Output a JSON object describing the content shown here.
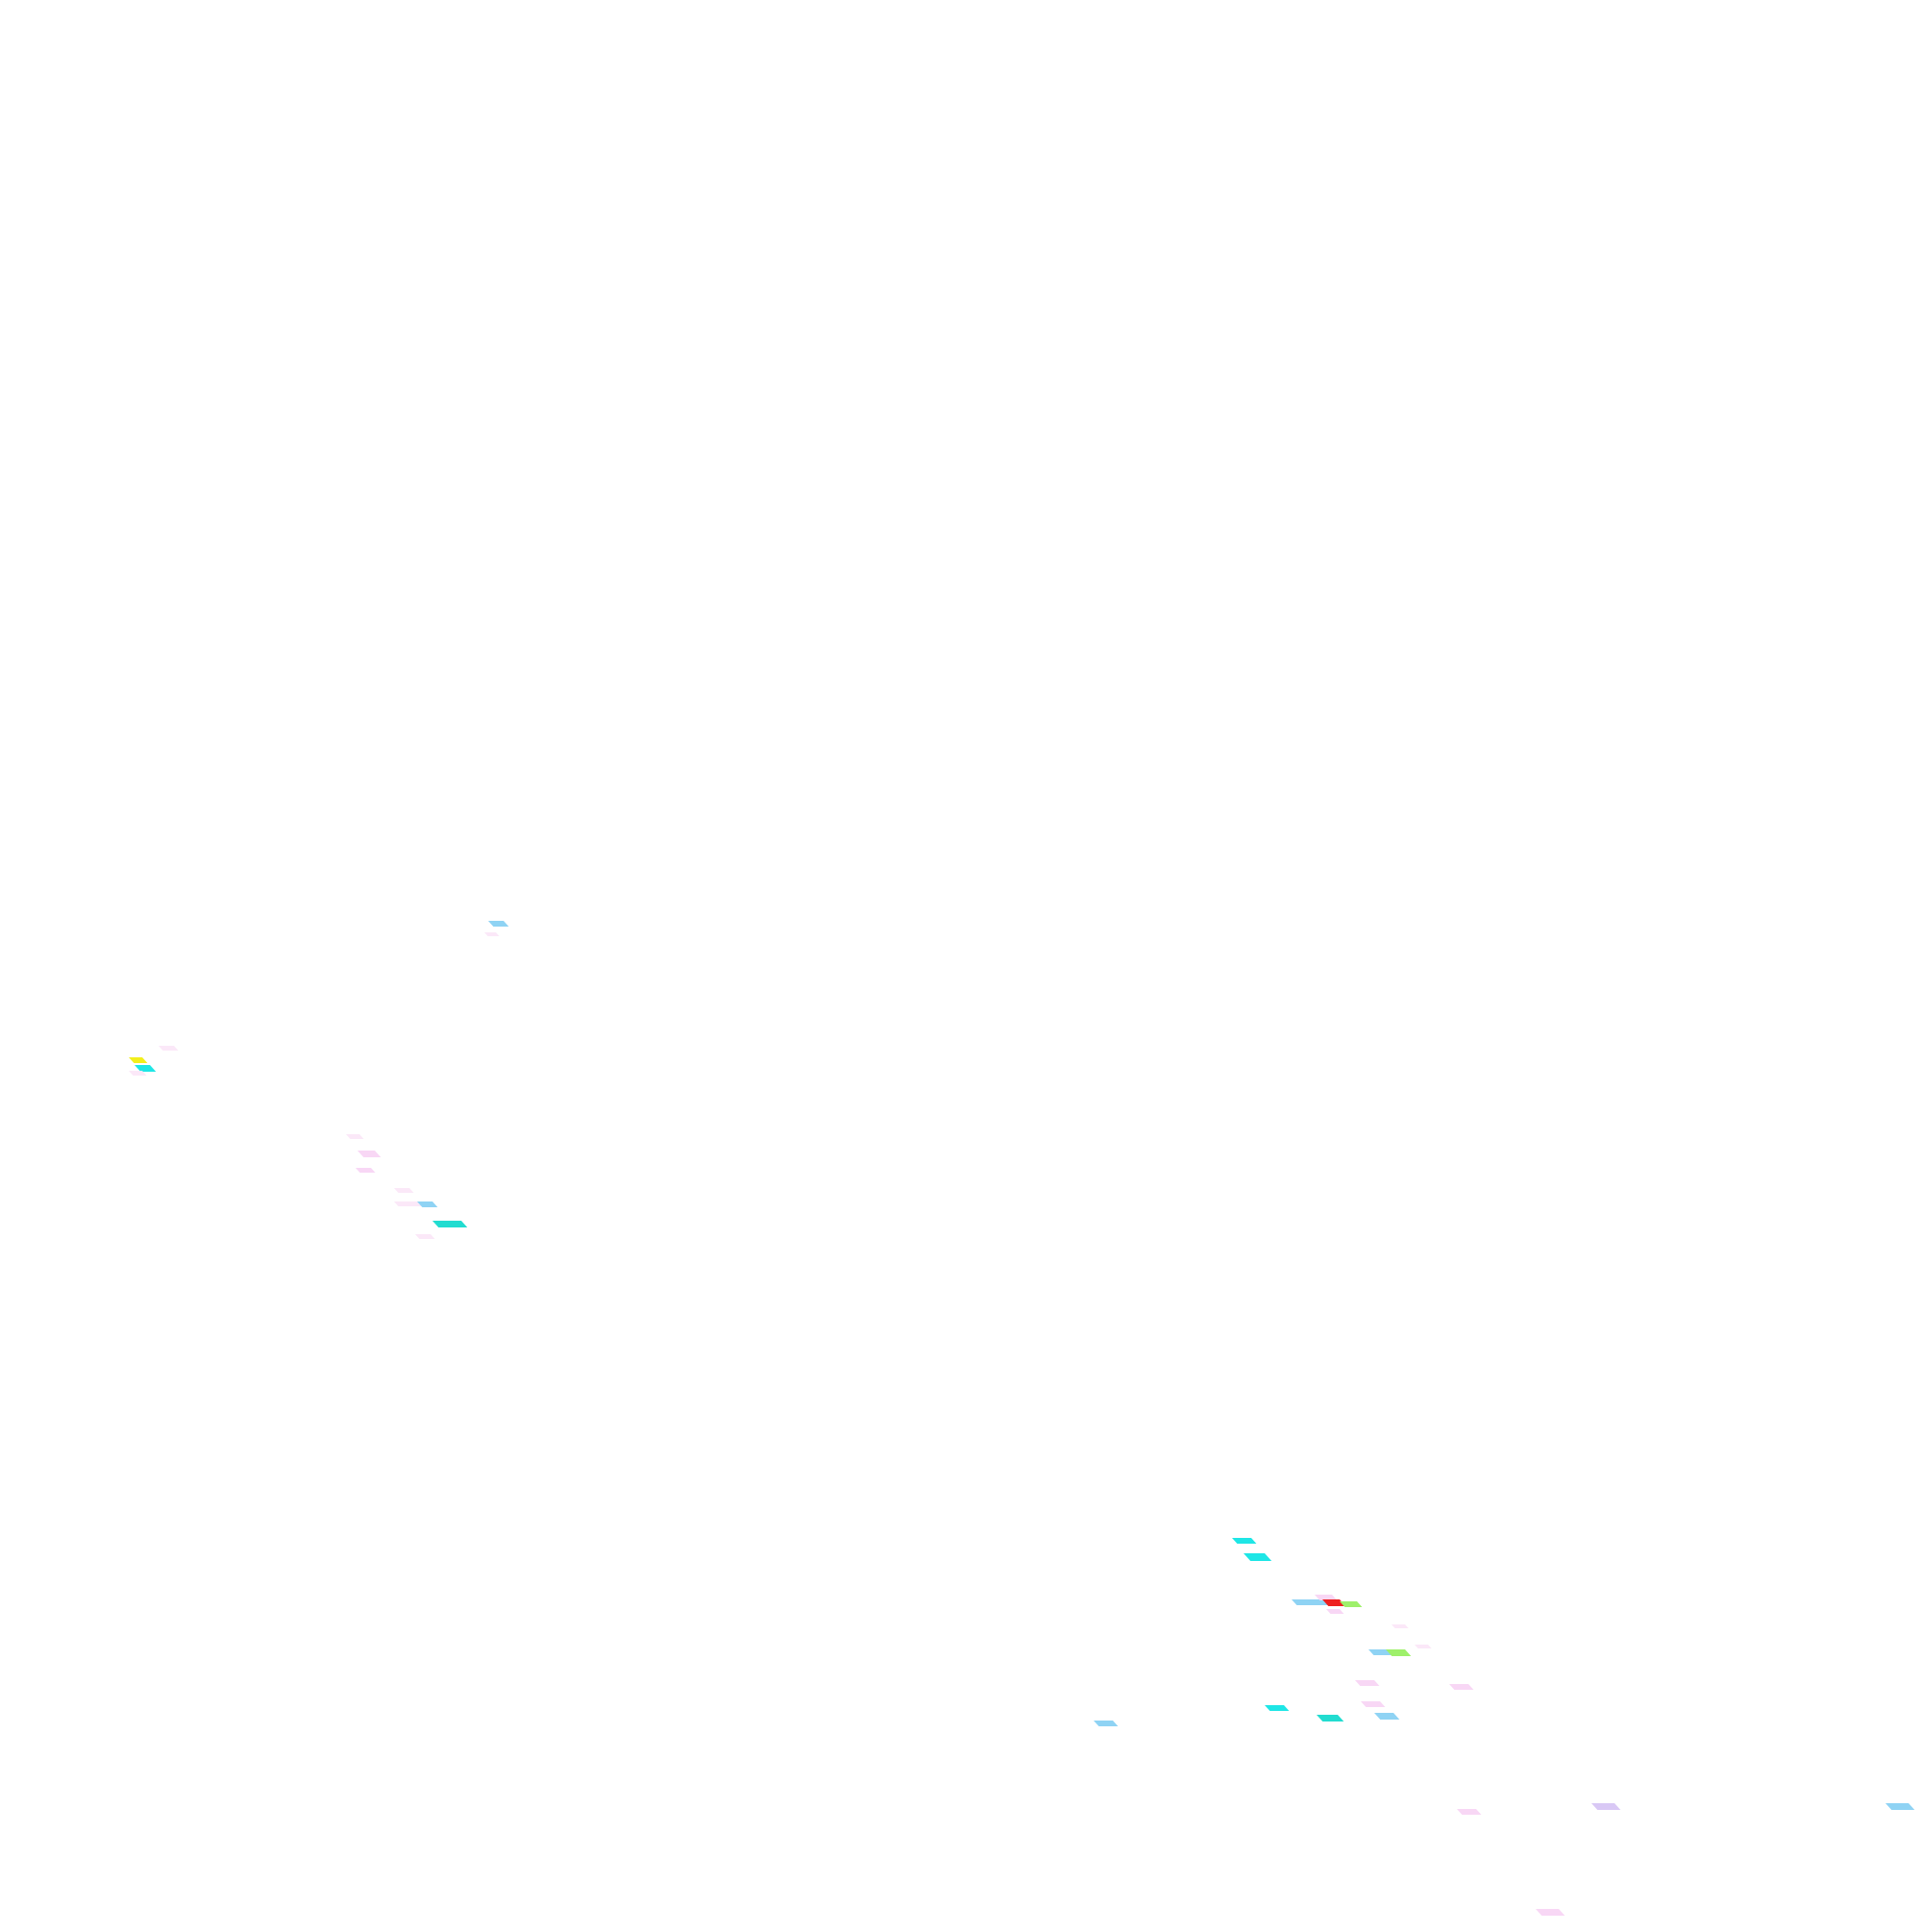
{
  "canvas": {
    "background": "#ffffff"
  },
  "palette": {
    "sky": "#8fd3f4",
    "cyan": "#1ee6e6",
    "pink": "#f8d7f5",
    "pale_pink": "#fbe8f8",
    "lilac": "#d9c8f5",
    "yellow": "#f2ef1c",
    "red": "#ee1f1f",
    "green": "#9ef06a",
    "aqua": "#22dcd0"
  },
  "marks": [
    {
      "color": "sky"
    },
    {
      "color": "pale_pink"
    },
    {
      "color": "pale_pink"
    },
    {
      "color": "yellow"
    },
    {
      "color": "cyan"
    },
    {
      "color": "pale_pink"
    },
    {
      "color": "pale_pink"
    },
    {
      "color": "pink"
    },
    {
      "color": "pink"
    },
    {
      "color": "pale_pink"
    },
    {
      "color": "pale_pink"
    },
    {
      "color": "sky"
    },
    {
      "color": "aqua"
    },
    {
      "color": "pale_pink"
    },
    {
      "color": "cyan"
    },
    {
      "color": "cyan"
    },
    {
      "color": "sky"
    },
    {
      "color": "pink"
    },
    {
      "color": "red"
    },
    {
      "color": "green"
    },
    {
      "color": "pink"
    },
    {
      "color": "pale_pink"
    },
    {
      "color": "pale_pink"
    },
    {
      "color": "sky"
    },
    {
      "color": "green"
    },
    {
      "color": "pink"
    },
    {
      "color": "pink"
    },
    {
      "color": "pink"
    },
    {
      "color": "cyan"
    },
    {
      "color": "aqua"
    },
    {
      "color": "sky"
    },
    {
      "color": "sky"
    },
    {
      "color": "pink"
    },
    {
      "color": "lilac"
    },
    {
      "color": "sky"
    },
    {
      "color": "pink"
    }
  ]
}
